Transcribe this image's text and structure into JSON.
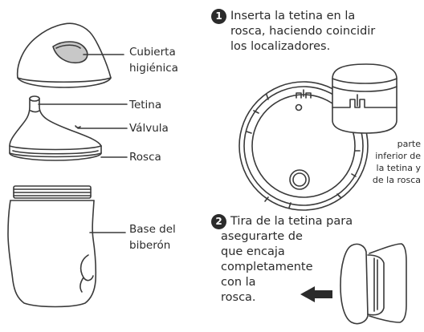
{
  "labels": {
    "cover": [
      "Cubierta",
      "higiénica"
    ],
    "teat": "Tetina",
    "valve": "Válvula",
    "ring": "Rosca",
    "base": [
      "Base del",
      "biberón"
    ]
  },
  "step1": {
    "number": "1",
    "lines": [
      "Inserta la tetina en la",
      "rosca, haciendo coincidir",
      "los localizadores."
    ]
  },
  "callout": {
    "lines": [
      "parte",
      "inferior de",
      "la tetina y",
      "de la rosca"
    ]
  },
  "step2": {
    "number": "2",
    "lines": [
      "Tira de la tetina para",
      "asegurarte de",
      "que encaja",
      "completamente",
      "con la",
      "rosca."
    ]
  },
  "colors": {
    "ink": "#2b2b2b",
    "stroke": "#3a3a3a",
    "shade": "#c8c8c8"
  }
}
